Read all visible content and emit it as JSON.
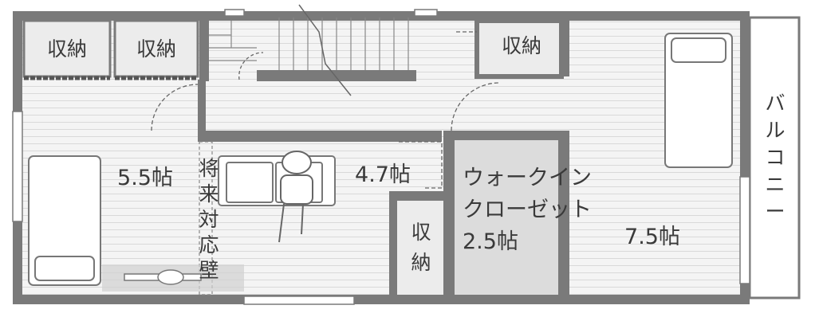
{
  "colors": {
    "wall": "#7a7a7a",
    "wall_dark": "#5e5e5e",
    "floor": "#f2f2f2",
    "floor_line": "#d6d6d6",
    "closet_fill": "#e9e9e9",
    "walkin_fill": "#dcdcdc",
    "text": "#3a3a3a",
    "furniture_stroke": "#777777",
    "balcony_fill": "#ffffff"
  },
  "rooms": {
    "room_left_area": "5.5帖",
    "corridor_area": "4.7帖",
    "room_right_area": "7.5帖",
    "walkin_name_line1": "ウォークイン",
    "walkin_name_line2": "クローゼット",
    "walkin_area": "2.5帖",
    "balcony": [
      "バ",
      "ル",
      "コ",
      "ニ",
      "ー"
    ],
    "future_wall": [
      "将",
      "来",
      "対",
      "応",
      "壁"
    ]
  },
  "closets": {
    "closet_1": "収納",
    "closet_2": "収納",
    "closet_3": "収納",
    "closet_4": [
      "収",
      "納"
    ]
  },
  "icons": {
    "bed_left": "bed-icon",
    "bed_right": "bed-icon",
    "sofa": "sofa-icon",
    "person": "person-icon",
    "stairs": "stairs-icon",
    "desk": "desk-icon"
  }
}
